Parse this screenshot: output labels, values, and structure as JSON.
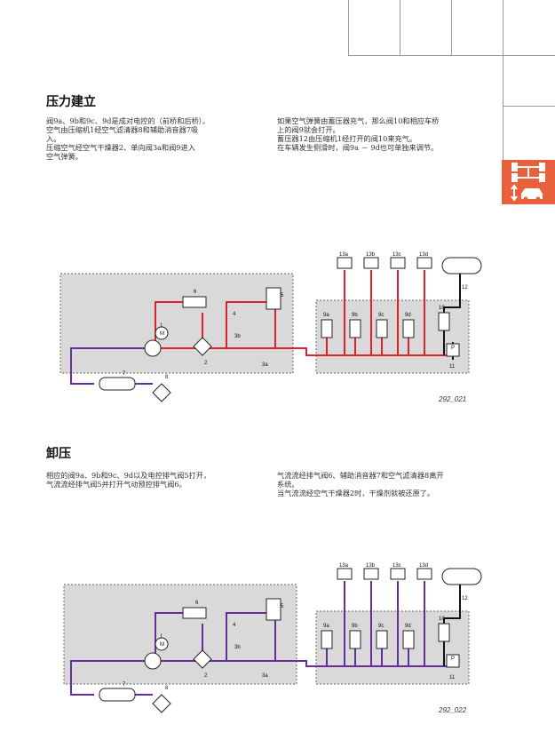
{
  "section1": {
    "title": "压力建立",
    "left_lines": [
      "阀9a、9b和9c、9d是成对电控的（前桥和后桥）。",
      "空气由压缩机1经空气滤清器8和辅助消音器7吸",
      "入。",
      "压缩空气经空气干燥器2、单向阀3a和阀9进入",
      "空气弹簧。"
    ],
    "right_lines": [
      "如果空气弹簧由蓄压器充气，那么阀10和相应车桥",
      "上的阀9就会打开。",
      "蓄压器12由压缩机1经打开的阀10来充气。",
      "在车辆发生侧滑时，阀9a － 9d也可单独来调节。"
    ]
  },
  "section2": {
    "title": "卸压",
    "left_lines": [
      "相应的阀9a、9b和9c、9d以及电控排气阀5打开，",
      "气流流经排气阀5并打开气动预控排气阀6。"
    ],
    "right_lines": [
      "气流流经排气阀6、辅助消音器7和空气滤清器8离开",
      "系统。",
      "当气流流经空气干燥器2时，干燥剂就被还原了。"
    ]
  },
  "diagram1": {
    "caption": "292_021",
    "line_color": "#e0202a",
    "labels": {
      "l13a": "13a",
      "l13b": "13b",
      "l13c": "13c",
      "l13d": "13d",
      "l12": "12",
      "l6": "6",
      "l5": "5",
      "l4": "4",
      "l1": "1",
      "lM": "M",
      "l3b": "3b",
      "l2": "2",
      "l3a": "3a",
      "l9a": "9a",
      "l9b": "9b",
      "l9c": "9c",
      "l9d": "9d",
      "l10": "10",
      "lP": "P",
      "l11": "11",
      "l7": "7",
      "l8": "8"
    }
  },
  "diagram2": {
    "caption": "292_022",
    "line_color": "#6a2c9c",
    "labels": {
      "l13a": "13a",
      "l13b": "13b",
      "l13c": "13c",
      "l13d": "13d",
      "l12": "12",
      "l6": "6",
      "l5": "5",
      "l4": "4",
      "l1": "1",
      "lM": "M",
      "l3b": "3b",
      "l2": "2",
      "l3a": "3a",
      "l9a": "9a",
      "l9b": "9b",
      "l9c": "9c",
      "l9d": "9d",
      "l10": "10",
      "lP": "P",
      "l11": "11",
      "l7": "7",
      "l8": "8"
    }
  },
  "colors": {
    "accent": "#e8603c",
    "pressure": "#e0202a",
    "exhaust": "#6a2c9c",
    "background_box": "#d9d9d9"
  }
}
